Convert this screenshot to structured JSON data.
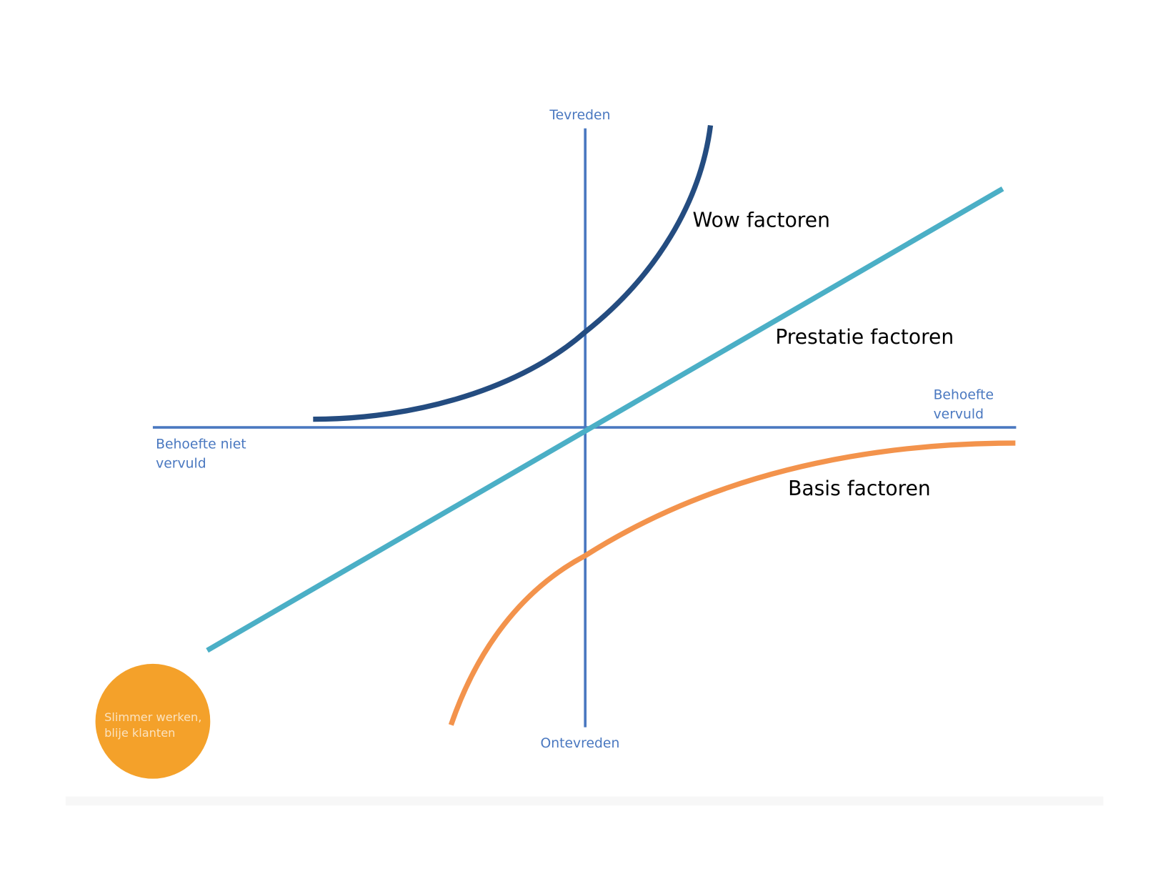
{
  "axes": {
    "top_label": "Tevreden",
    "bottom_label": "Ontevreden",
    "left_label_line1": "Behoefte niet",
    "left_label_line2": "vervuld",
    "right_label_line1": "Behoefte",
    "right_label_line2": "vervuld"
  },
  "curves": {
    "wow": "Wow factoren",
    "prestatie": "Prestatie factoren",
    "basis": "Basis factoren"
  },
  "logo": {
    "line1": "Slimmer werken,",
    "line2": "blije klanten"
  },
  "colors": {
    "axis": "#4A78C0",
    "wow": "#244C80",
    "prestatie": "#4BAFC6",
    "basis": "#F3934C",
    "logo": "#F4A12A"
  }
}
